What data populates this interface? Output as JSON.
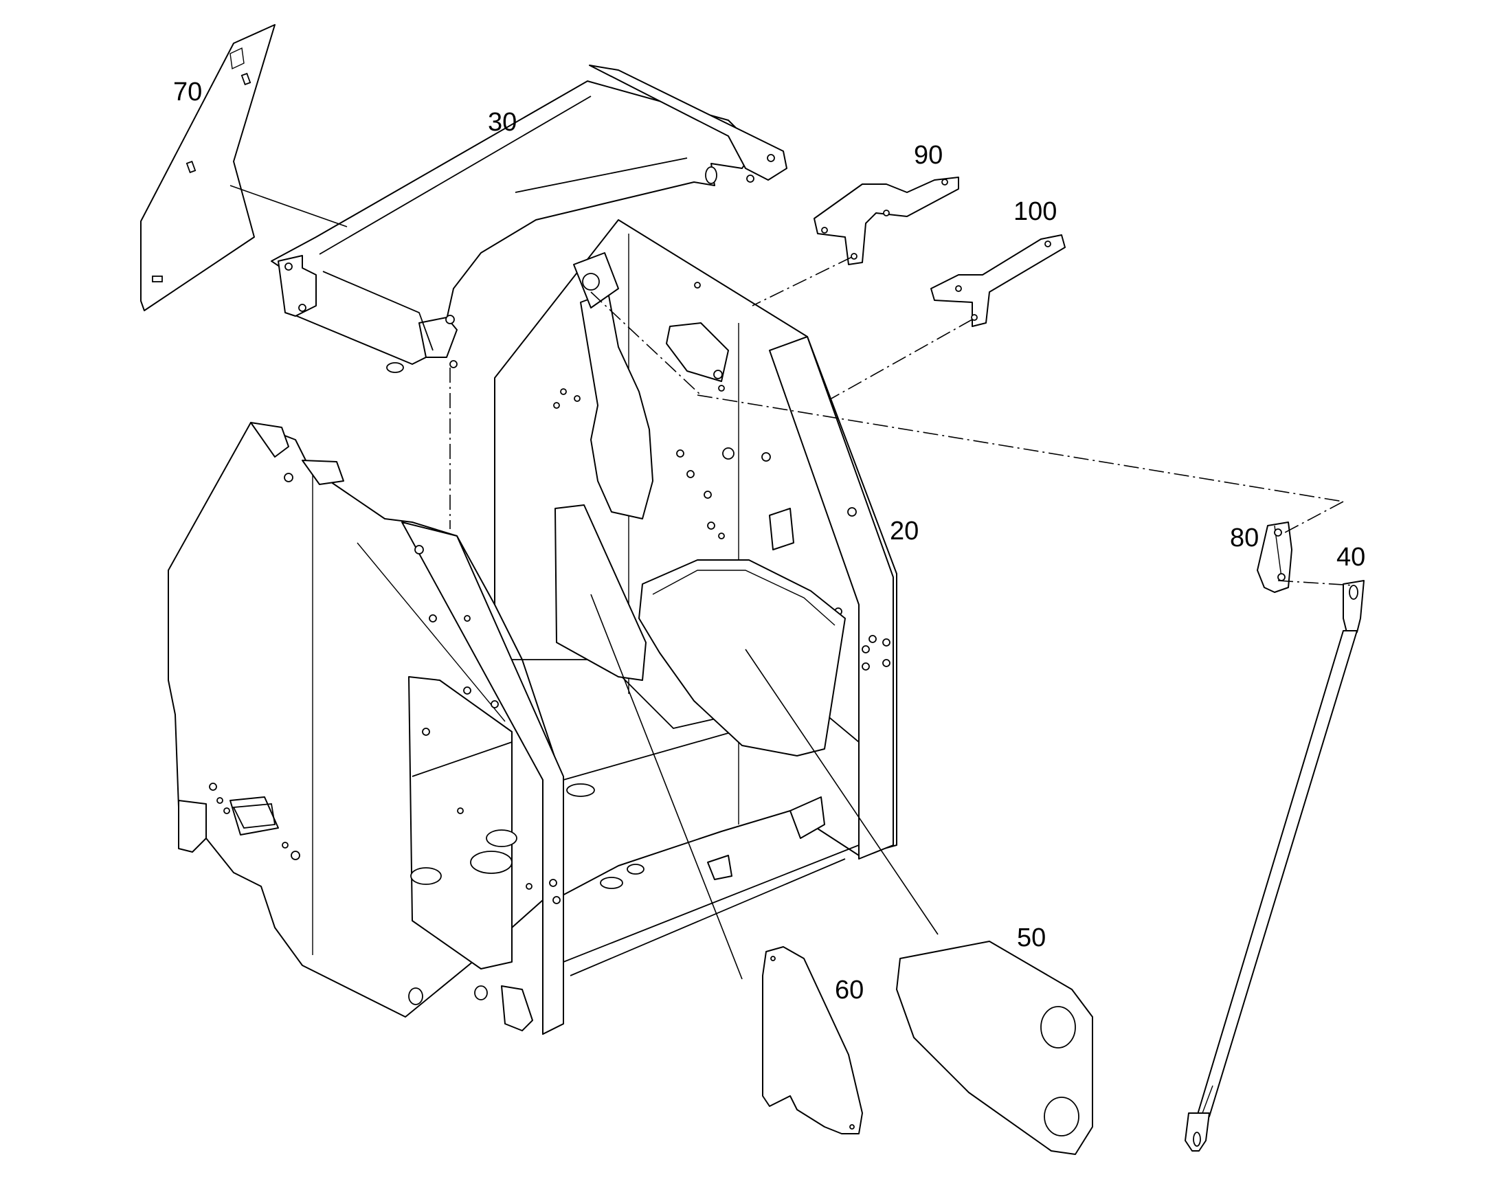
{
  "callouts": {
    "part_70": "70",
    "part_30": "30",
    "part_90": "90",
    "part_100": "100",
    "part_20": "20",
    "part_80": "80",
    "part_40": "40",
    "part_50": "50",
    "part_60": "60"
  }
}
